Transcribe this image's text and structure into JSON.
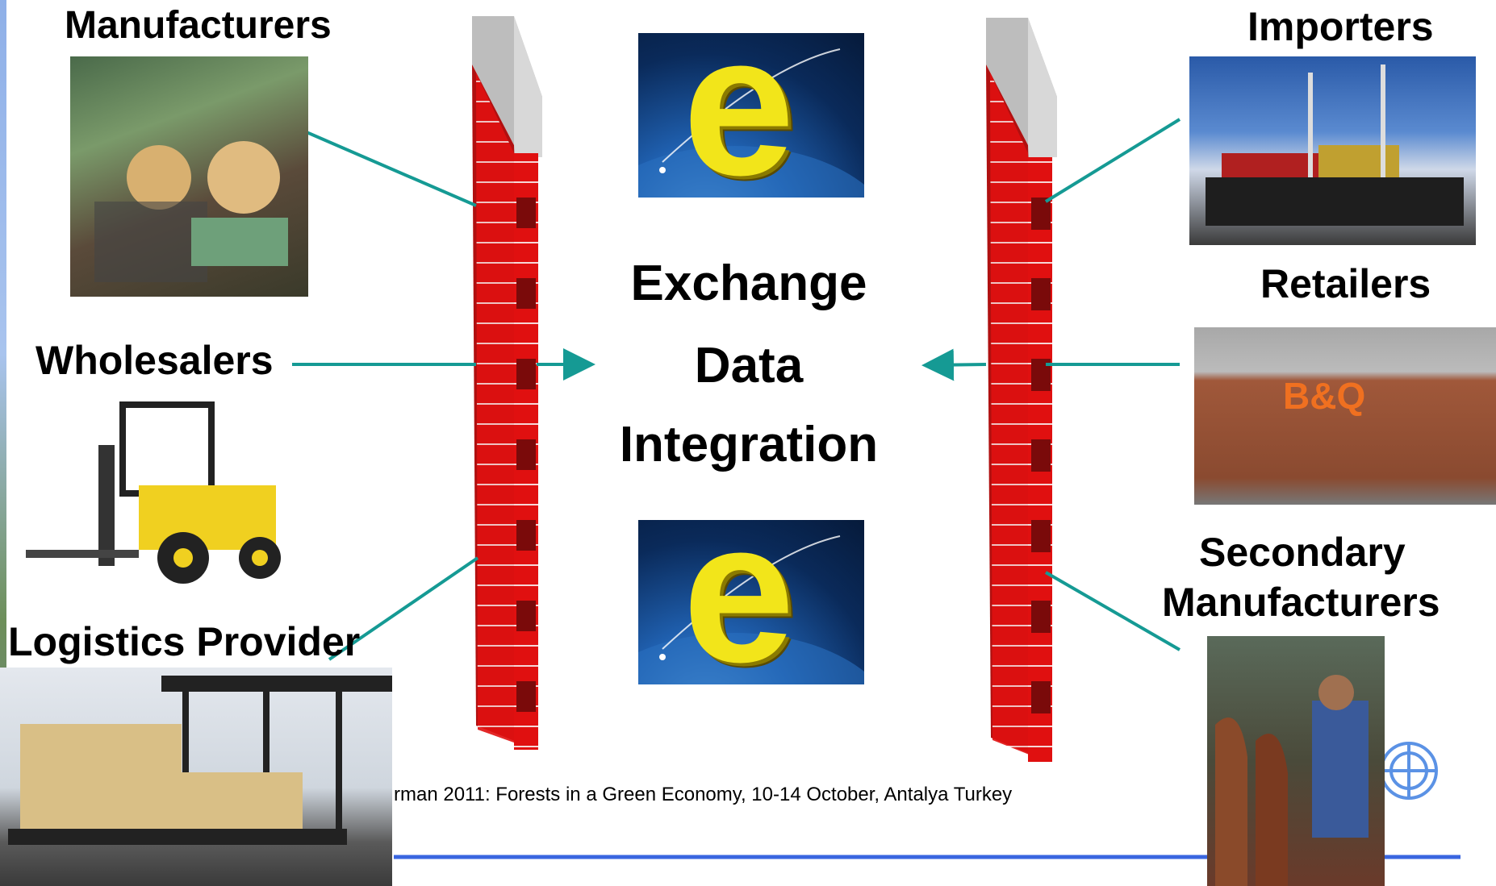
{
  "parties_left": {
    "manufacturers": "Manufacturers",
    "wholesalers": "Wholesalers",
    "logistics": "Logistics Provider"
  },
  "parties_right": {
    "importers": "Importers",
    "retailers": "Retailers",
    "secondary_line1": "Secondary",
    "secondary_line2": "Manufacturers"
  },
  "center": {
    "line1": "Exchange",
    "line2": "Data",
    "line3": "Integration",
    "e_glyph": "e"
  },
  "store_sign": "B&Q",
  "footer": "rman 2011: Forests in a Green Economy, 10-14 October, Antalya Turkey",
  "colors": {
    "connector": "#159a94",
    "brick": "#e01010",
    "brick_dark": "#7a0a0a",
    "footer_rule": "#3a66e0"
  }
}
